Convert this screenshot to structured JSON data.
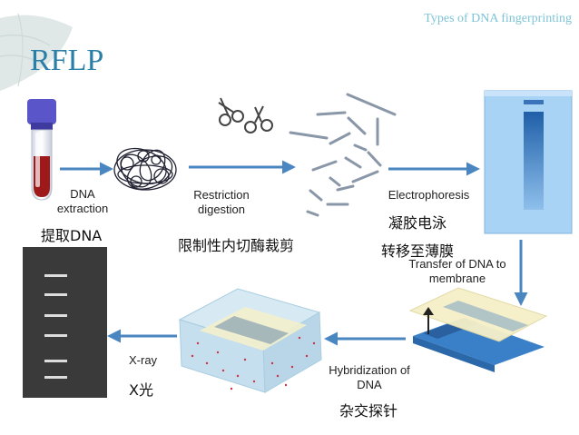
{
  "header": "Types of DNA fingerprinting",
  "title": "RFLP",
  "steps": {
    "dna_extraction": {
      "en": "DNA\nextraction",
      "zh": "提取DNA"
    },
    "restriction_digestion": {
      "en": "Restriction\ndigestion",
      "zh": "限制性内切酶裁剪"
    },
    "electrophoresis": {
      "en": "Electrophoresis",
      "zh_line1": "凝胶电泳",
      "zh_line2": "转移至薄膜"
    },
    "transfer": {
      "en": "Transfer of DNA to\nmembrane"
    },
    "hybridization": {
      "en": "Hybridization of\nDNA",
      "zh": "杂交探针"
    },
    "xray": {
      "en": "X-ray",
      "zh": "X光"
    }
  },
  "colors": {
    "arrow": "#4a86c0",
    "title": "#2a7fa8",
    "header": "#7ec4d6",
    "gel": "#9ecbf0",
    "film": "#3a3a3a"
  }
}
